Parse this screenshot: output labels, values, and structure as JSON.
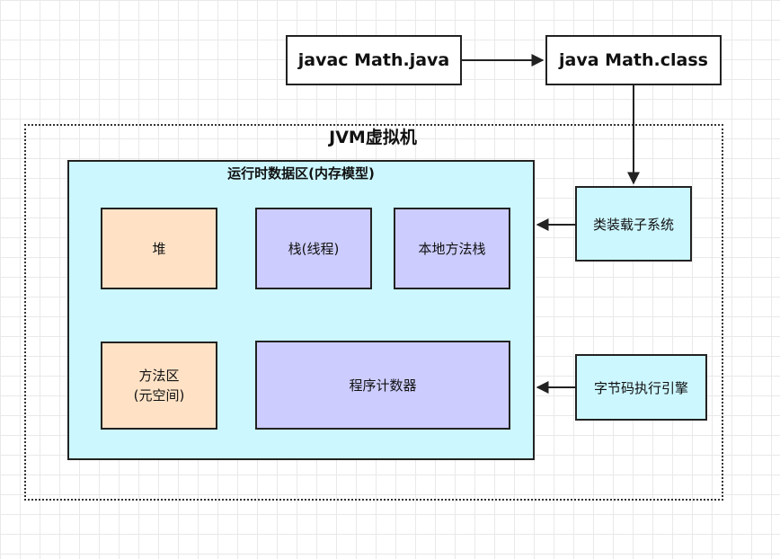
{
  "nodes": {
    "javac": "javac Math.java",
    "java": "java Math.class",
    "jvm": "JVM虚拟机",
    "runtime_area": "运行时数据区(内存模型)",
    "heap": "堆",
    "stack": "栈(线程)",
    "native_stack": "本地方法栈",
    "method_area_line1": "方法区",
    "method_area_line2": "(元空间)",
    "pc_register": "程序计数器",
    "class_loader": "类装载子系统",
    "exec_engine": "字节码执行引擎"
  },
  "colors": {
    "cyan": "#ccf7ff",
    "orange": "#ffe2c6",
    "purple": "#ccccff",
    "border": "#222222"
  }
}
